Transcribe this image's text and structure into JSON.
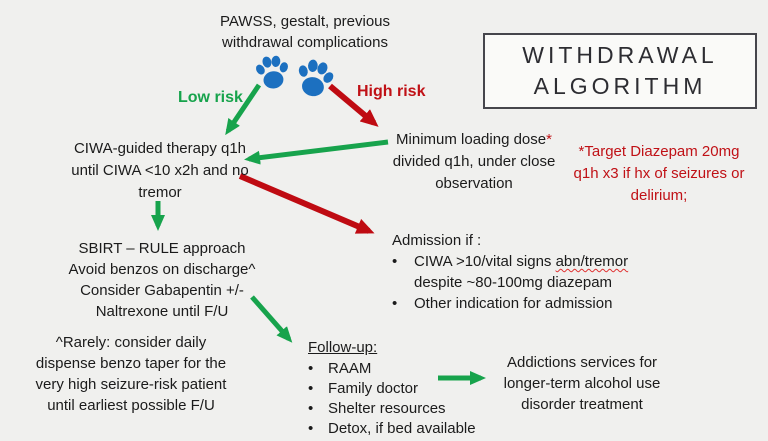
{
  "title": {
    "line1": "WITHDRAWAL",
    "line2": "ALGORITHM"
  },
  "colors": {
    "green": "#17a34c",
    "red": "#bf0b12",
    "paw_blue": "#1c70c0",
    "text": "#1b1b1b",
    "background": "#f0f0ee"
  },
  "icons": {
    "paw": "paw-print"
  },
  "assessment": {
    "line1": "PAWSS, gestalt, previous",
    "line2": "withdrawal complications"
  },
  "branches": {
    "low": "Low risk",
    "high": "High risk"
  },
  "ciwa": {
    "line1": "CIWA-guided therapy q1h",
    "line2": "until CIWA <10 x2h and no",
    "line3": "tremor"
  },
  "min_loading": {
    "line1_text": "Minimum loading dose",
    "line1_star": "*",
    "line2": "divided q1h, under close",
    "line3": "observation"
  },
  "target_note": {
    "line1": "*Target Diazepam 20mg",
    "line2": "q1h x3 if hx of seizures or",
    "line3": "delirium;"
  },
  "sbirt": {
    "line1": "SBIRT – RULE approach",
    "line2": "Avoid benzos on discharge^",
    "line3": "Consider Gabapentin +/-",
    "line4": "Naltrexone until F/U"
  },
  "rarely": {
    "line1": "^Rarely: consider daily",
    "line2": "dispense benzo taper for the",
    "line3": "very high seizure-risk patient",
    "line4": "until earliest possible F/U"
  },
  "admission": {
    "title": "Admission if :",
    "bullet": "•",
    "b1_l1_pre": "CIWA >10/vital signs ",
    "b1_l1_flagged": "abn/tremor",
    "b1_l2": "despite ~80-100mg diazepam",
    "b2": "Other indication for admission"
  },
  "followup": {
    "title": "Follow-up:",
    "bullet": "•",
    "items": [
      "RAAM",
      "Family doctor",
      "Shelter resources",
      "Detox, if bed available"
    ]
  },
  "addictions": {
    "line1": "Addictions services for",
    "line2": "longer-term alcohol use",
    "line3": "disorder treatment"
  },
  "edges": [
    {
      "from": "risk-assessment",
      "to": "ciwa-therapy",
      "label": "Low risk",
      "color": "green"
    },
    {
      "from": "risk-assessment",
      "to": "minimum-loading-dose",
      "label": "High risk",
      "color": "red"
    },
    {
      "from": "minimum-loading-dose",
      "to": "ciwa-therapy",
      "label": "",
      "color": "green"
    },
    {
      "from": "ciwa-therapy",
      "to": "sbirt",
      "label": "",
      "color": "green"
    },
    {
      "from": "ciwa-therapy",
      "to": "admission",
      "label": "",
      "color": "red"
    },
    {
      "from": "sbirt",
      "to": "follow-up",
      "label": "",
      "color": "green"
    },
    {
      "from": "follow-up",
      "to": "addictions-services",
      "label": "",
      "color": "green"
    }
  ]
}
